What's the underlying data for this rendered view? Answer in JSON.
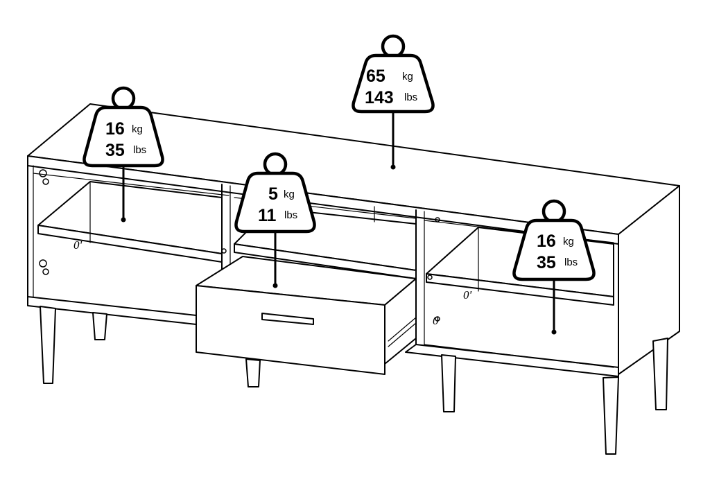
{
  "diagram": {
    "subject": "TV bench with open shelves and a centre drawer",
    "colors": {
      "line": "#000000",
      "background": "#ffffff"
    },
    "shelf_marks": [
      "0'",
      "0'",
      "0"
    ],
    "weight_labels": [
      {
        "id": "top",
        "value": "65",
        "unit": "kg",
        "value2": "143",
        "unit2": "lbs"
      },
      {
        "id": "left-shelf",
        "value": "16",
        "unit": "kg",
        "value2": "35",
        "unit2": "lbs"
      },
      {
        "id": "drawer",
        "value": "5",
        "unit": "kg",
        "value2": "11",
        "unit2": "lbs"
      },
      {
        "id": "right-shelf",
        "value": "16",
        "unit": "kg",
        "value2": "35",
        "unit2": "lbs"
      }
    ]
  }
}
